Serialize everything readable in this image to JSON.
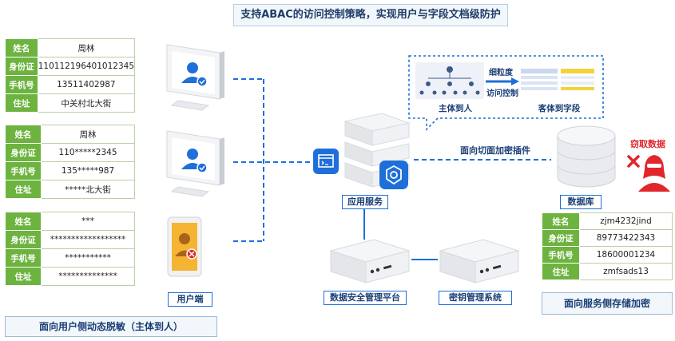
{
  "title": "支持ABAC的访问控制策略，实现用户与字段文档级防护",
  "tables": [
    {
      "rows": [
        {
          "k": "姓名",
          "v": "周林"
        },
        {
          "k": "身份证",
          "v": "110112196401012345"
        },
        {
          "k": "手机号",
          "v": "13511402987"
        },
        {
          "k": "住址",
          "v": "中关村北大街"
        }
      ]
    },
    {
      "rows": [
        {
          "k": "姓名",
          "v": "周林"
        },
        {
          "k": "身份证",
          "v": "110*****2345"
        },
        {
          "k": "手机号",
          "v": "135*****987"
        },
        {
          "k": "住址",
          "v": "*****北大街"
        }
      ]
    },
    {
      "rows": [
        {
          "k": "姓名",
          "v": "***"
        },
        {
          "k": "身份证",
          "v": "******************"
        },
        {
          "k": "手机号",
          "v": "***********"
        },
        {
          "k": "住址",
          "v": "**************"
        }
      ]
    }
  ],
  "left_caption": "面向用户侧动态脱敏（主体到人）",
  "user_label": "用户端",
  "app_label": "应用服务",
  "db_label": "数据库",
  "steal_label": "窃取数据",
  "aop_label": "面向切面加密插件",
  "callout": {
    "granularity": "细粒度",
    "access": "访问控制",
    "subject": "主体到人",
    "object": "客体到字段"
  },
  "storage_table": [
    {
      "k": "姓名",
      "v": "zjm4232jind"
    },
    {
      "k": "身份证",
      "v": "89773422343"
    },
    {
      "k": "手机号",
      "v": "18600001234"
    },
    {
      "k": "住址",
      "v": "zmfsads13"
    }
  ],
  "storage_caption": "面向服务侧存储加密",
  "platform_label": "数据安全管理平台",
  "kms_label": "密钥管理系统",
  "colors": {
    "accent": "#1e6fd9",
    "green": "#6db33f",
    "dark_text": "#1a3f75",
    "red": "#e0272c"
  }
}
